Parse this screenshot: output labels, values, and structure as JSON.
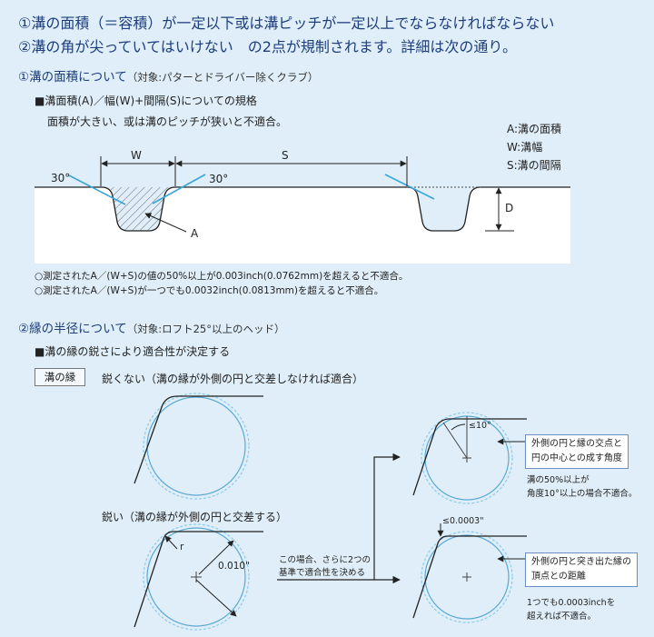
{
  "header": {
    "line1": "①溝の面積（＝容積）が一定以下或は溝ピッチが一定以上でならなければならない",
    "line2": "②溝の角が尖っていてはいけない　の2点が規制されます。詳細は次の通り。"
  },
  "section1": {
    "title": "①溝の面積について",
    "subtitle": "（対象:パターとドライバー除くクラブ）",
    "rule": "■溝面積(A)／幅(W)+間隔(S)についての規格",
    "desc": "面積が大きい、或は溝のピッチが狭いと不適合。",
    "legend": [
      "A:溝の面積",
      "W:溝幅",
      "S:溝の間隔"
    ],
    "diagram": {
      "w": "W",
      "s": "S",
      "angle_left": "30°",
      "angle_right": "30°",
      "area": "A",
      "depth": "D"
    },
    "notes": [
      "○測定されたA／(W+S)の値の50%以上が0.003inch(0.0762mm)を超えると不適合。",
      "○測定されたA／(W+S)が一つでも0.0032inch(0.0813mm)を超えると不適合。"
    ]
  },
  "section2": {
    "title": "②縁の半径について",
    "subtitle": "（対象:ロフト25°以上のヘッド）",
    "rule": "■溝の縁の鋭さにより適合性が決定する",
    "tag": "溝の縁",
    "not_sharp": "鋭くない（溝の縁が外側の円と交差しなければ適合）",
    "sharp": "鋭い（溝の縁が外側の円と交差する）",
    "r_label": "r",
    "radius_label": "0.010\"",
    "arrow_text": [
      "この場合、さらに2つの",
      "基準で適合性を決める"
    ],
    "angle_label": "≤10°",
    "dist_label": "≤0.0003\"",
    "box1": [
      "外側の円と縁の交点と",
      "円の中心との成す角度"
    ],
    "box1_note": [
      "溝の50%以上が",
      "角度10°以上の場合不適合。"
    ],
    "box2": [
      "外側の円と突き出た縁の",
      "頂点との距離"
    ],
    "box2_note": [
      "1つでも0.0003inchを",
      "超えれば不適合。"
    ]
  }
}
